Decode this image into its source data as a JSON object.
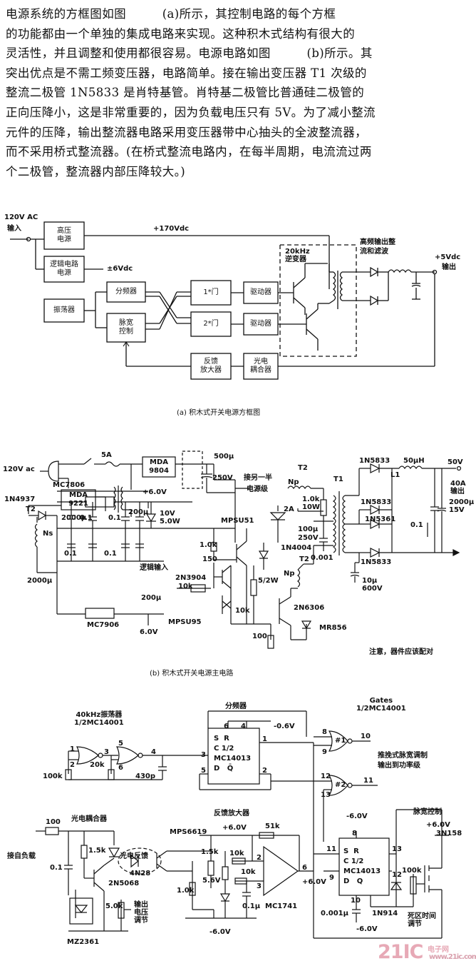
{
  "paragraph": [
    "电源系统的方框图如图　　　(a)所示，其控制电路的每个方框",
    "的功能都由一个单独的集成电路来实现。这种积木式结构有很大的",
    "灵活性，并且调整和使用都很容易。电源电路如图　　　(b)所示。其",
    "突出优点是不需工频变压器，电路简单。接在输出变压器 T1 次级的",
    "整流二极管 1N5833 是肖特基管。肖特基二极管比普通硅二极管的",
    "正向压降小，这是非常重要的，因为负载电压只有 5V。为了减小整流",
    "元件的压降，输出整流器电路采用变压器带中心抽头的全波整流器，",
    "而不采用桥式整流器。(在桥式整流电路内，在每半周期，电流流过两",
    "个二极管，整流器内部压降较大。)"
  ],
  "fig_a": {
    "input": "120V AC",
    "input_sub": "输入",
    "hv_supply": "高压\n电源",
    "logic_supply": "逻辑电路\n电源",
    "hv_rail": "+170Vdc",
    "logic_rail": "±6Vdc",
    "oscillator": "振荡器",
    "divider": "分频器",
    "pwm": "脉宽\n控制",
    "gate1": "1*门",
    "gate2": "2*门",
    "driver1": "驱动器",
    "driver2": "驱动器",
    "inverter": "20kHz\n逆变器",
    "rect_filter": "高频输出整\n流和滤波",
    "out_v": "+5Vdc",
    "out_label": "输出",
    "feedback_amp": "反馈\n放大器",
    "optocoupler": "光电\n耦合器",
    "caption": "(a)  积木式开关电源方框图"
  },
  "fig_b": {
    "input": "120V ac",
    "fuse": "5A",
    "mda9804": "MDA\n9804",
    "cap_500": "500μ",
    "cap_250v": "250V",
    "mda9221": "MDA\n9221",
    "d_1n4937": "1N4937",
    "t2_left": "T2",
    "ns": "Ns",
    "mc7806": "MC7806",
    "plus6v": "+6.0V",
    "c2000a": "2000μ",
    "c01a": "0.1",
    "c01b": "0.1",
    "c200a": "200μ",
    "zener": "10V\n5.0W",
    "c2000b": "2000μ",
    "c01c": "0.1",
    "c01d": "0.1",
    "logic_in": "逻辑输入",
    "c200b": "200μ",
    "mc7906": "MC7906",
    "minus6v": "6.0V",
    "mpsu51": "MPSU51",
    "r1k": "1.0k",
    "r150": "150",
    "q2n3904": "2N3904",
    "r10k_a": "10k",
    "mpsu95": "MPSU95",
    "r10k_b": "10k",
    "r5_2w": "5/2W",
    "d_1n4004": "1N4004",
    "other_half": "接另一半",
    "supply_stage": "电源级",
    "t2_top": "T2",
    "np": "Np",
    "r1k10w": "1.0k\n10W",
    "a2": "2A",
    "c100": "100μ",
    "v250": "250V",
    "c0001": "0.001",
    "t1": "T1",
    "t2_mid": "T2",
    "np_mid": "Np",
    "q2n6306": "2N6306",
    "r100": "100",
    "mr856": "MR856",
    "d1n5833a": "1N5833",
    "d1n5833b": "1N5833",
    "d1n5361": "1N5361",
    "d1n5833c": "1N5833",
    "l1": "L1",
    "l_50u": "50μH",
    "c10u": "10μ\n600V",
    "c01e": "0.1",
    "out_50v": "50V",
    "out_40a": "40A\n输出",
    "c2000c": "2000μ\n15V",
    "note": "注意，器件应该配对",
    "caption": "(b)  积木式开关电源主电路"
  },
  "fig_c": {
    "osc_title": "40kHz振荡器\n1/2MC14001",
    "n1": "1",
    "n2": "2",
    "n3": "3",
    "n5": "5",
    "n6": "6",
    "n4": "4",
    "r100k": "100k",
    "r20k": "20k",
    "c430p": "430p",
    "divider_title": "分频器",
    "minus06": "-0.6V",
    "ff1": "S  R\nC 1/2\nMC14013\nD   Q̄",
    "p6": "6",
    "p4": "4",
    "p3": "3",
    "p1": "1",
    "p5": "5",
    "p2": "2",
    "gates_title": "Gates\n1/2MC14001",
    "g1": "#1",
    "g2": "#2",
    "gp8": "8",
    "gp9": "9",
    "gp10": "10",
    "gp12": "12",
    "gp13": "13",
    "gp11": "11",
    "push_pull": "推挽式脉宽调制\n输出到功率级",
    "opto_title": "光电耦合器",
    "fb_title": "反馈放大器",
    "r100": "100",
    "from_load": "接自负载",
    "c01": "0.1",
    "r1_5k": "1.5k",
    "r1_5k_b": "1.5k",
    "opto_fb": "光电反馈",
    "n28": "4N28",
    "q2n5068": "2N5068",
    "r5k": "5.0k",
    "out_adj": "输出\n电压\n调节",
    "mz2361": "MZ2361",
    "mps6619": "MPS6619",
    "plus6a": "+6.0V",
    "r1_0k": "1.0k",
    "v5_6": "5.6V",
    "r10k_a": "10k",
    "r10k_b": "10k",
    "r51k": "51k",
    "c01u": "0.1μ",
    "mc1741": "MC1741",
    "minus6a": "-6.0V",
    "op2": "2",
    "op3": "3",
    "op6": "6",
    "minus6b": "-6.0V",
    "ff2": "S  R\nC 1/2\nMC14013\nD   Q",
    "ff_p8": "8",
    "ff_p11": "11",
    "ff_p9": "9",
    "ff_p13": "13",
    "ff_p12": "12",
    "ff_p10": "10",
    "plus6b": "+6.0V",
    "c0001u": "0.001μ",
    "d1n914": "1N914",
    "minus6c": "-6.0V",
    "pwm_ctrl": "脉宽控制",
    "plus6c": "+6.0V",
    "q3n158": "3N158",
    "r100k_b": "100k",
    "dead_time": "死区时间\n调节"
  },
  "watermark": {
    "brand": "21IC",
    "cn": "电子网",
    "url": "www.21ic.com"
  }
}
